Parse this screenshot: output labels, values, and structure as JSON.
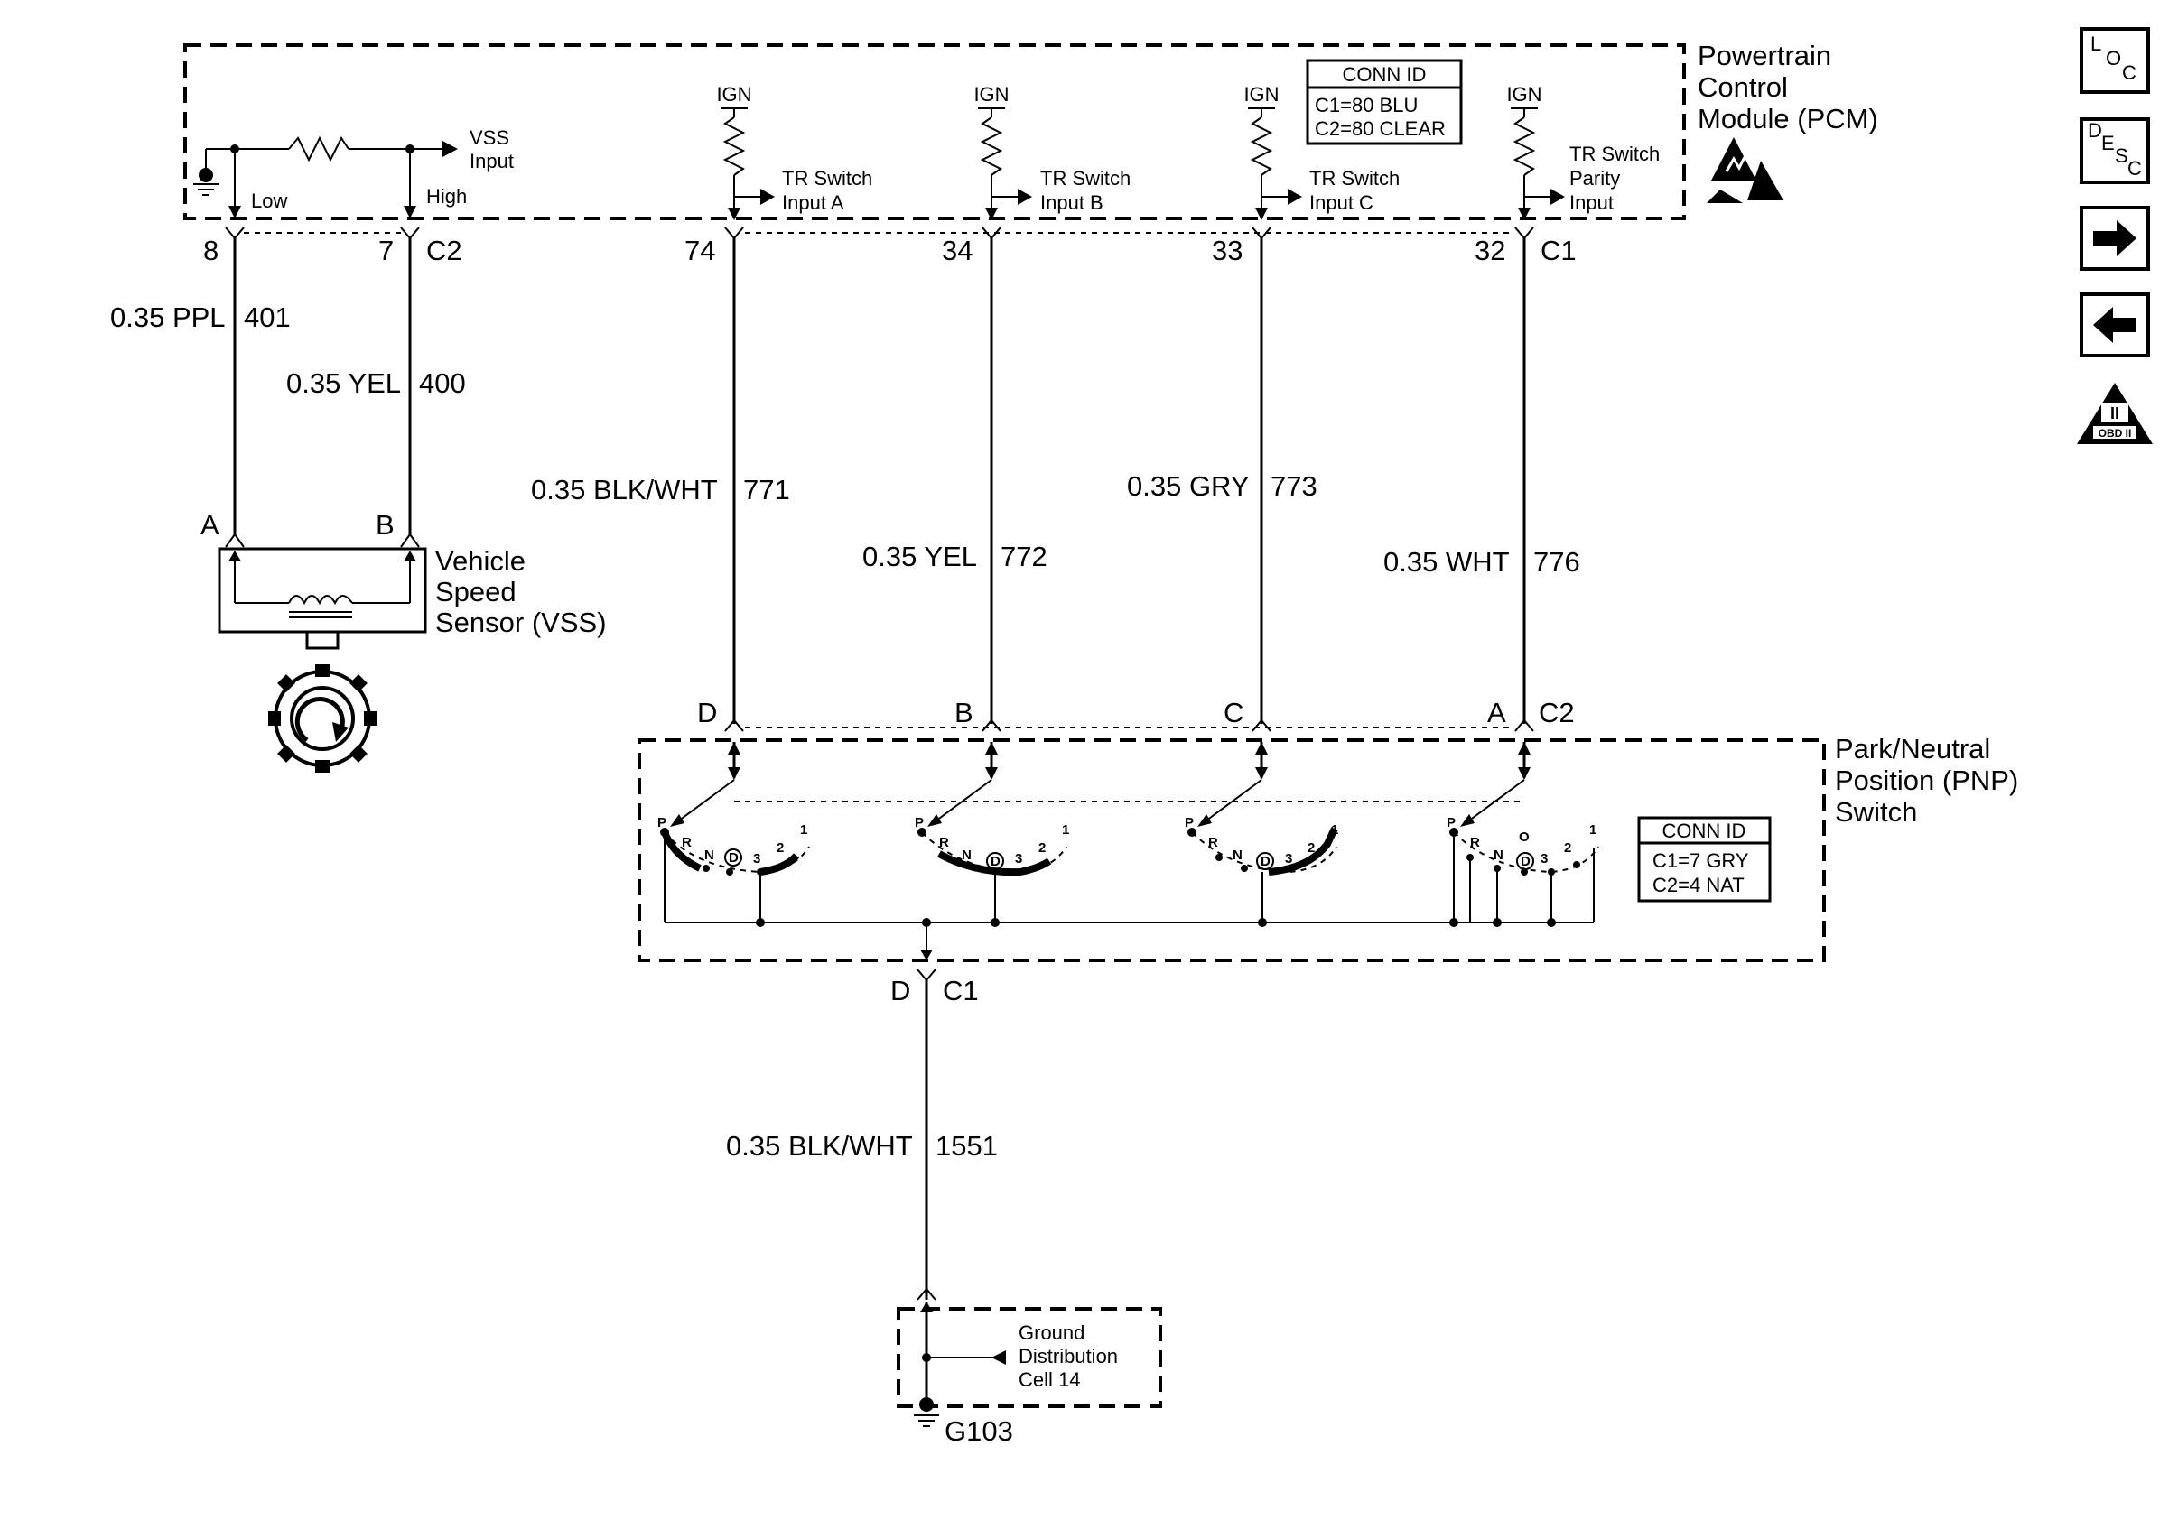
{
  "pcm": {
    "title": [
      "Powertrain",
      "Control",
      "Module (PCM)"
    ],
    "conn_id": {
      "header": "CONN ID",
      "lines": [
        "C1=80 BLU",
        "C2=80 CLEAR"
      ]
    },
    "vss_input": [
      "VSS",
      "Input"
    ],
    "low": "Low",
    "high": "High",
    "ign": "IGN",
    "inputs": [
      [
        "TR Switch",
        "Input A"
      ],
      [
        "TR Switch",
        "Input B"
      ],
      [
        "TR Switch",
        "Input C"
      ],
      [
        "TR Switch",
        "Parity",
        "Input"
      ]
    ]
  },
  "pcm_pins": {
    "p8": "8",
    "p7": "7",
    "c2": "C2",
    "p74": "74",
    "p34": "34",
    "p33": "33",
    "p32": "32",
    "c1": "C1"
  },
  "wires": {
    "w401": {
      "gauge": "0.35 PPL",
      "circuit": "401"
    },
    "w400": {
      "gauge": "0.35 YEL",
      "circuit": "400"
    },
    "w771": {
      "gauge": "0.35 BLK/WHT",
      "circuit": "771"
    },
    "w772": {
      "gauge": "0.35 YEL",
      "circuit": "772"
    },
    "w773": {
      "gauge": "0.35 GRY",
      "circuit": "773"
    },
    "w776": {
      "gauge": "0.35 WHT",
      "circuit": "776"
    },
    "w1551": {
      "gauge": "0.35 BLK/WHT",
      "circuit": "1551"
    }
  },
  "vss": {
    "pin_a": "A",
    "pin_b": "B",
    "title": [
      "Vehicle",
      "Speed",
      "Sensor (VSS)"
    ]
  },
  "pnp": {
    "title": [
      "Park/Neutral",
      "Position (PNP)",
      "Switch"
    ],
    "pins": {
      "d": "D",
      "b": "B",
      "c": "C",
      "a": "A",
      "c2": "C2"
    },
    "bottom_pin": "D",
    "bottom_conn": "C1",
    "conn_id": {
      "header": "CONN ID",
      "lines": [
        "C1=7 GRY",
        "C2=4 NAT"
      ]
    },
    "positions": [
      "P",
      "R",
      "N",
      "D",
      "3",
      "2",
      "1"
    ],
    "extra_pos": "O"
  },
  "ground": {
    "ref": [
      "Ground",
      "Distribution",
      "Cell 14"
    ],
    "name": "G103"
  },
  "side_icons": {
    "loc": {
      "a": "L",
      "b": "O",
      "c": "C"
    },
    "desc": {
      "a": "D",
      "b": "E",
      "c": "S",
      "d": "C"
    },
    "obd": {
      "roman": "II",
      "label": "OBD II"
    }
  }
}
